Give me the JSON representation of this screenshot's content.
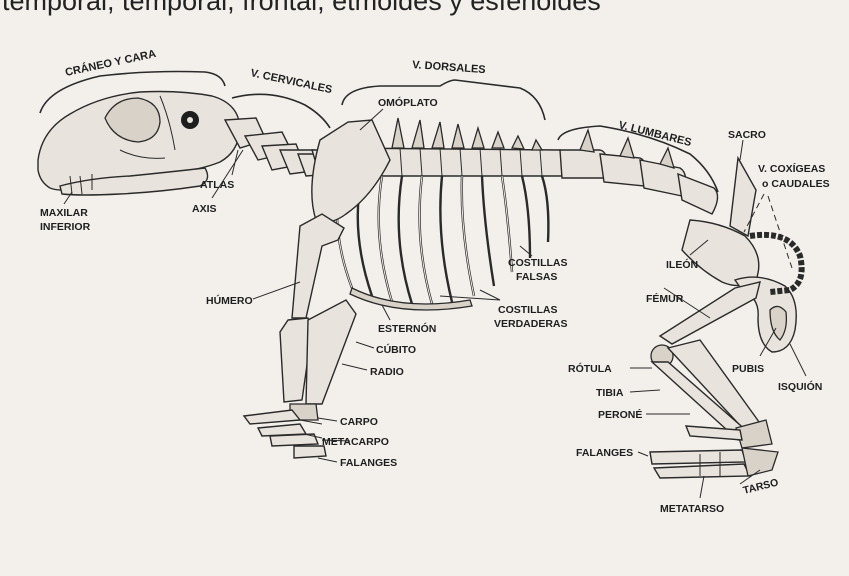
{
  "top_text": "temporal, temporal, frontal, etmoides y esfenoides",
  "groups": {
    "craneo": "CRÁNEO Y CARA",
    "cervicales": "V. CERVICALES",
    "dorsales": "V. DORSALES",
    "lumbares": "V. LUMBARES"
  },
  "labels": {
    "omoplato": "OMÓPLATO",
    "sacro": "SACRO",
    "coxigeas1": "V. COXÍGEAS",
    "coxigeas2": "o CAUDALES",
    "atlas": "ATLAS",
    "axis": "AXIS",
    "maxilar1": "MAXILAR",
    "maxilar2": "INFERIOR",
    "costillas_falsas1": "COSTILLAS",
    "costillas_falsas2": "FALSAS",
    "ileon": "ILEÓN",
    "humero": "HÚMERO",
    "femur": "FÉMUR",
    "esternon": "ESTERNÓN",
    "costillas_verd1": "COSTILLAS",
    "costillas_verd2": "VERDADERAS",
    "cubito": "CÚBITO",
    "radio": "RADIO",
    "rotula": "RÓTULA",
    "pubis": "PUBIS",
    "tibia": "TIBIA",
    "isquion": "ISQUIÓN",
    "perone": "PERONÉ",
    "carpo": "CARPO",
    "metacarpo": "METACARPO",
    "falanges_front": "FALANGES",
    "falanges_hind": "FALANGES",
    "tarso": "TARSO",
    "metatarso": "METATARSO"
  }
}
